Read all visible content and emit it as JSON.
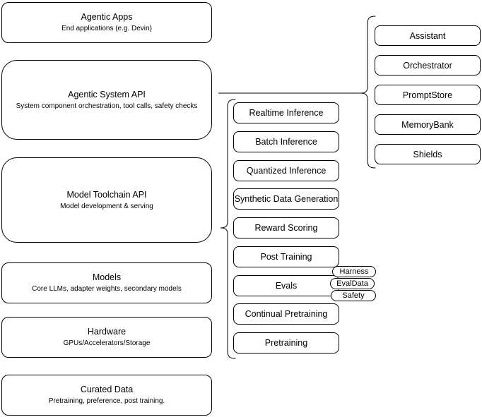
{
  "colors": {
    "background": "#ffffff",
    "stroke": "#000000",
    "text": "#000000"
  },
  "left_stack": {
    "boxes": [
      {
        "title": "Agentic Apps",
        "subtitle": "End applications (e.g. Devin)"
      },
      {
        "title": "Agentic System API",
        "subtitle": "System component orchestration, tool calls, safety checks"
      },
      {
        "title": "Model Toolchain API",
        "subtitle": "Model development & serving"
      },
      {
        "title": "Models",
        "subtitle": "Core LLMs, adapter weights, secondary models"
      },
      {
        "title": "Hardware",
        "subtitle": "GPUs/Accelerators/Storage"
      },
      {
        "title": "Curated Data",
        "subtitle": "Pretraining, preference, post training."
      }
    ]
  },
  "toolchain_stack": {
    "boxes": [
      {
        "label": "Realtime Inference"
      },
      {
        "label": "Batch Inference"
      },
      {
        "label": "Quantized Inference"
      },
      {
        "label": "Synthetic Data Generation"
      },
      {
        "label": "Reward Scoring"
      },
      {
        "label": "Post Training"
      },
      {
        "label": "Evals"
      },
      {
        "label": "Continual Pretraining"
      },
      {
        "label": "Pretraining"
      }
    ],
    "evals_tags": [
      {
        "label": "Harness"
      },
      {
        "label": "EvalData"
      },
      {
        "label": "Safety"
      }
    ]
  },
  "system_stack": {
    "boxes": [
      {
        "label": "Assistant"
      },
      {
        "label": "Orchestrator"
      },
      {
        "label": "PromptStore"
      },
      {
        "label": "MemoryBank"
      },
      {
        "label": "Shields"
      }
    ]
  }
}
